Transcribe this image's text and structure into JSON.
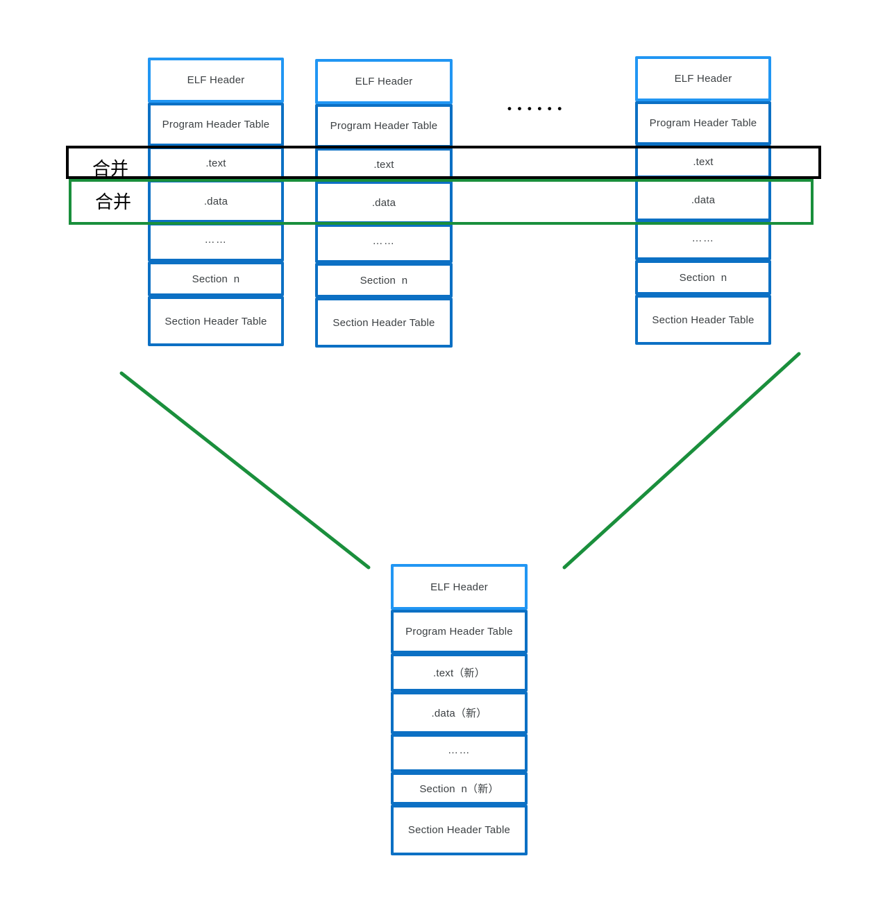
{
  "diagram": {
    "merge_labels": [
      "合并",
      "合并"
    ],
    "between_files_ellipsis": "••••••",
    "colors": {
      "elf_header_border": "#2196F3",
      "row_border": "#0C70C4",
      "merge_text_band": "#000000",
      "merge_data_band": "#1A8F3C",
      "label_text": "#3C4043",
      "merge_label_text": "#000000"
    }
  },
  "elf_files": [
    {
      "rows": [
        "ELF Header",
        "Program Header Table",
        ".text",
        ".data",
        "……",
        "Section  n",
        "Section Header Table"
      ]
    },
    {
      "rows": [
        "ELF Header",
        "Program Header Table",
        ".text",
        ".data",
        "……",
        "Section  n",
        "Section Header Table"
      ]
    },
    {
      "rows": [
        "ELF Header",
        "Program Header Table",
        ".text",
        ".data",
        "……",
        "Section  n",
        "Section Header Table"
      ]
    }
  ],
  "merged_file": {
    "rows": [
      "ELF Header",
      "Program Header Table",
      ".text（新）",
      ".data（新）",
      "……",
      "Section  n（新）",
      "Section Header Table"
    ]
  }
}
